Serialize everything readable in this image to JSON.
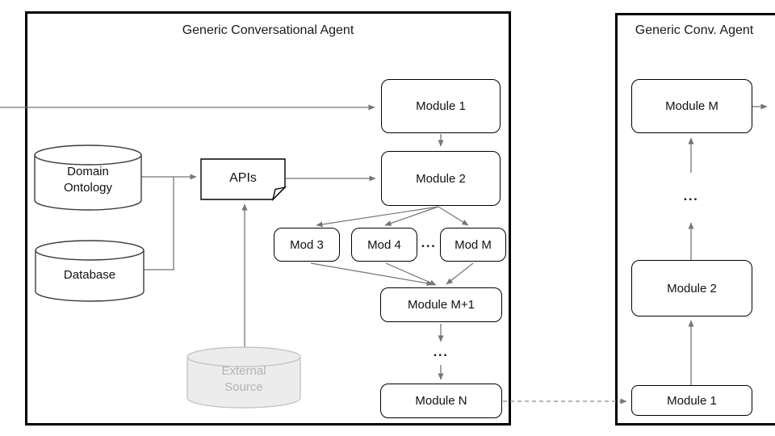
{
  "diagram": {
    "main_panel": {
      "title": "Generic Conversational Agent"
    },
    "right_panel": {
      "title": "Generic Conv. Agent"
    },
    "nodes": {
      "module_1": "Module 1",
      "module_2": "Module 2",
      "mod_3": "Mod 3",
      "mod_4": "Mod 4",
      "mod_m": "Mod M",
      "module_m_plus_1": "Module M+1",
      "module_n": "Module N",
      "apis": "APIs",
      "domain_ontology": "Domain Ontology",
      "database": "Database",
      "external_source": "External Source",
      "right_module_m": "Module M",
      "right_module_2": "Module 2",
      "right_module_1": "Module 1"
    },
    "ellipsis_between_mods": "...",
    "ellipsis_main_flow": "...",
    "ellipsis_right_flow": "...",
    "colors": {
      "panel_border": "#000000",
      "node_border": "#000000",
      "arrow": "#757575",
      "cylinder_stroke": "#3b3b3b",
      "external_fill": "#ececec",
      "external_stroke": "#c6c6c6",
      "external_text": "#b3b3b3"
    }
  }
}
